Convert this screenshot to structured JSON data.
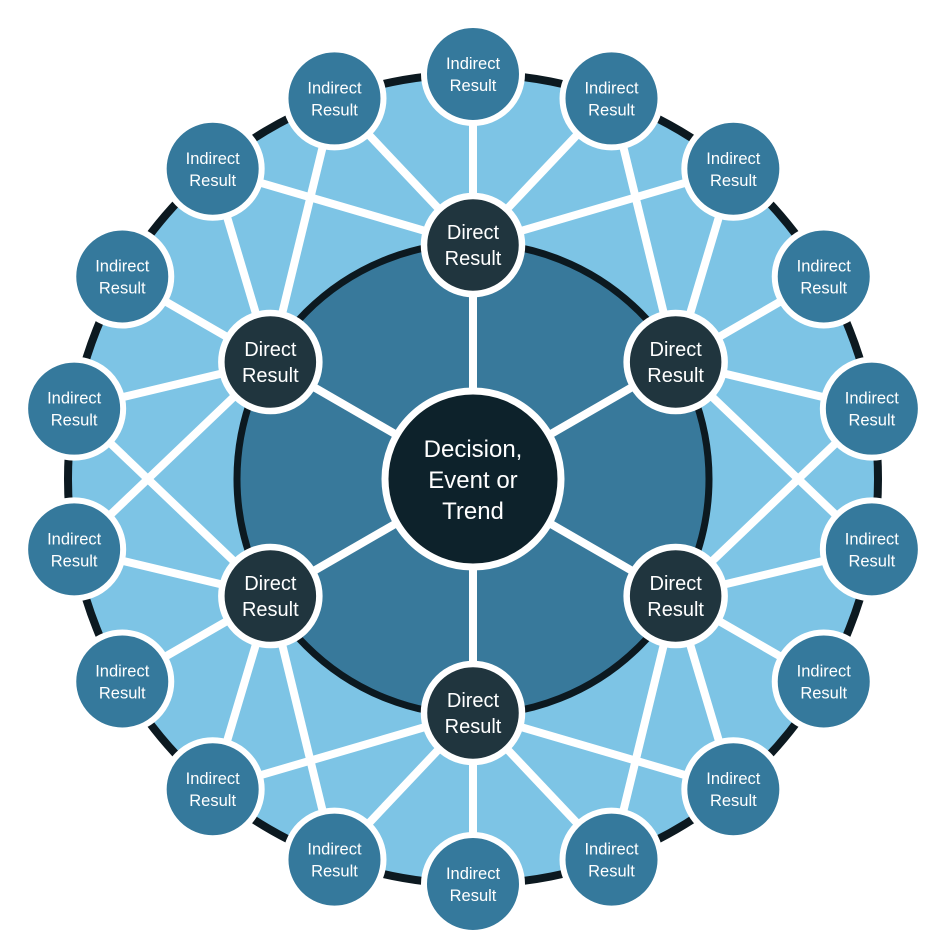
{
  "wheel": {
    "type": "futures-wheel-diagram",
    "center_node": {
      "label": "Decision, Event or Trend",
      "lines": [
        "Decision,",
        "Event or",
        "Trend"
      ]
    },
    "direct_node": {
      "label": "Direct Result",
      "lines": [
        "Direct",
        "Result"
      ]
    },
    "indirect_node": {
      "label": "Indirect Result",
      "lines": [
        "Indirect",
        "Result"
      ]
    },
    "counts": {
      "direct_nodes": 6,
      "indirect_nodes": 18
    },
    "direct_angles_deg": [
      90,
      150,
      210,
      270,
      330,
      30
    ],
    "indirect_angles_deg": [
      10,
      30,
      50,
      70,
      90,
      110,
      130,
      150,
      170,
      190,
      210,
      230,
      250,
      270,
      290,
      310,
      330,
      350
    ],
    "connection_offsets_deg": [
      -40,
      -20,
      0,
      20,
      40
    ],
    "colors": {
      "background": "#ffffff",
      "outer_area": "#7dc4e5",
      "inner_area": "#38799b",
      "ring_stroke": "#0c1920",
      "indirect_fill": "#35799c",
      "direct_fill": "#20353e",
      "center_fill": "#0d222b",
      "connector": "#ffffff",
      "node_rim": "#ffffff",
      "label_text": "#ffffff"
    }
  }
}
